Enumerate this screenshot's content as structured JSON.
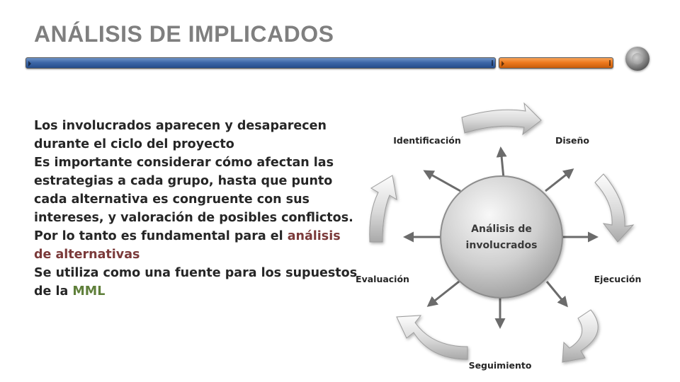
{
  "slide": {
    "title": "ANÁLISIS DE IMPLICADOS"
  },
  "body": {
    "p1": "Los involucrados aparecen y desaparecen durante el ciclo del proyecto",
    "p2": "Es importante considerar cómo afectan las estrategias a cada grupo, hasta que punto cada alternativa es congruente con sus intereses, y valoración de posibles conflictos.",
    "p3_before": "Por lo tanto es fundamental para el ",
    "p3_highlight": "análisis de alternativas",
    "p4_before": "Se utiliza como una fuente para los supuestos de la ",
    "p4_highlight": "MML"
  },
  "diagram": {
    "center_line1": "Análisis de",
    "center_line2": "involucrados",
    "stages": {
      "identificacion": "Identificación",
      "diseno": "Diseño",
      "ejecucion": "Ejecución",
      "seguimiento": "Seguimiento",
      "evaluacion": "Evaluación"
    }
  },
  "colors": {
    "title": "#7f7f7f",
    "bar_blue": "#3d67a8",
    "bar_orange": "#ee7a1e",
    "highlight_red": "#7b3a3a",
    "highlight_green": "#5f7f3a",
    "spoke": "#6b6b6b"
  }
}
